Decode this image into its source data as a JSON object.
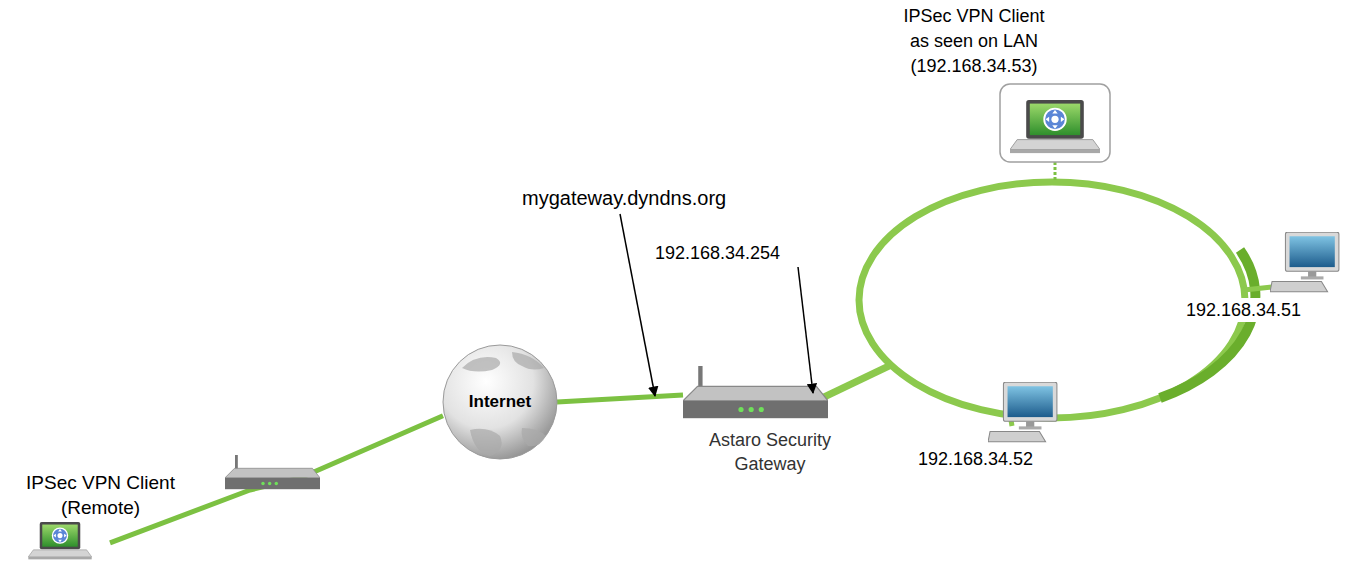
{
  "diagram": {
    "nodes": [
      {
        "text": [
          "IPSec VPN Client (Remote)"
        ]
      },
      {
        "text": [
          "Internet"
        ]
      },
      {
        "text": [
          "Astaro Security Gateway"
        ]
      },
      {
        "text": [
          "IPSec VPN Client as seen on LAN (192.168.34.53)"
        ]
      },
      {
        "text": [
          "192.168.34.51"
        ]
      },
      {
        "text": [
          "192.168.34.52"
        ]
      }
    ],
    "edges": [
      {
        "from": 0,
        "to": 1,
        "arrow": "none"
      },
      {
        "from": 1,
        "to": 2,
        "arrow": "none"
      }
    ],
    "labels": [
      "mygateway.dyndns.org",
      "192.168.34.254"
    ]
  }
}
